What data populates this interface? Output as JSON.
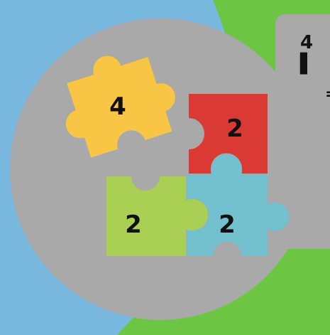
{
  "background": {
    "sky_color": "#79b9e0",
    "grass_color": "#6cc644",
    "disc_color": "#a9a9a9",
    "card_color": "#a9a9a9"
  },
  "puzzle": {
    "pieces": [
      {
        "name": "yellow-piece",
        "color": "#f8c544",
        "label": "4"
      },
      {
        "name": "red-piece",
        "color": "#db3a34",
        "label": "2"
      },
      {
        "name": "green-piece",
        "color": "#a9cf54",
        "label": "2"
      },
      {
        "name": "blue-piece",
        "color": "#73c0cf",
        "label": "2"
      }
    ]
  },
  "side_card": {
    "line1": "4 ▌",
    "line2": "="
  }
}
